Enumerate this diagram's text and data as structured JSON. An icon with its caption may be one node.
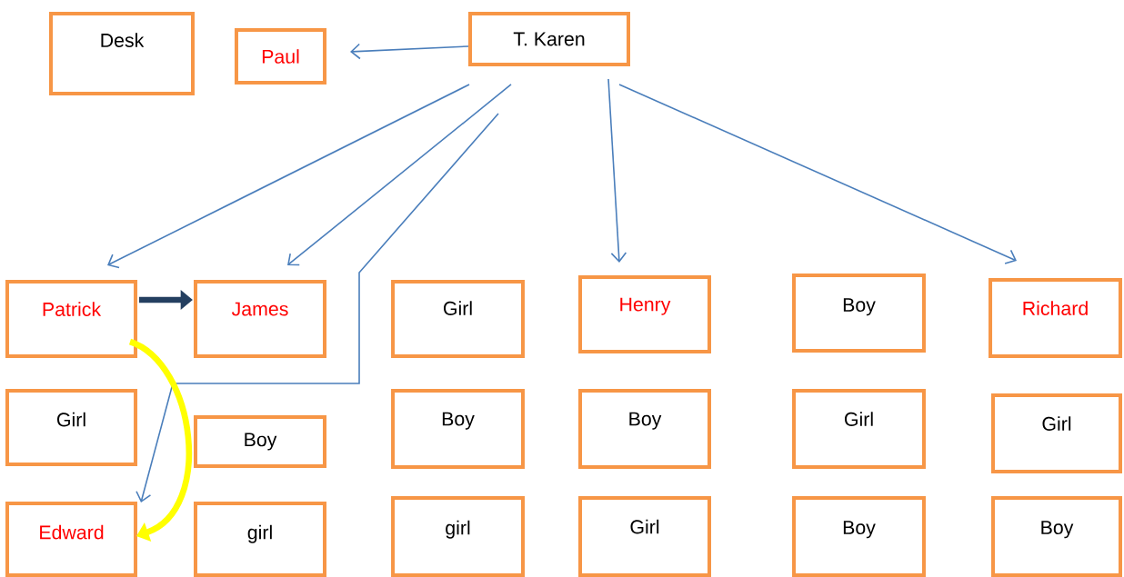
{
  "diagram": {
    "nodes": [
      {
        "text": [
          "Desk"
        ]
      },
      {
        "text": [
          "Paul"
        ]
      },
      {
        "text": [
          "T. Karen"
        ]
      },
      {
        "text": [
          "Patrick"
        ]
      },
      {
        "text": [
          "James"
        ]
      },
      {
        "text": [
          "Girl"
        ]
      },
      {
        "text": [
          "Henry"
        ]
      },
      {
        "text": [
          "Boy"
        ]
      },
      {
        "text": [
          "Richard"
        ]
      },
      {
        "text": [
          "Girl"
        ]
      },
      {
        "text": [
          "Boy"
        ]
      },
      {
        "text": [
          "Boy"
        ]
      },
      {
        "text": [
          "Boy"
        ]
      },
      {
        "text": [
          "Girl"
        ]
      },
      {
        "text": [
          "Girl"
        ]
      },
      {
        "text": [
          "Edward"
        ]
      },
      {
        "text": [
          "girl"
        ]
      },
      {
        "text": [
          "girl"
        ]
      },
      {
        "text": [
          "Girl"
        ]
      },
      {
        "text": [
          "Boy"
        ]
      },
      {
        "text": [
          "Boy"
        ]
      }
    ],
    "edges": [
      {
        "from": 2,
        "to": 1,
        "arrow": "to"
      },
      {
        "from": 2,
        "to": 3,
        "arrow": "to"
      },
      {
        "from": 2,
        "to": 4,
        "arrow": "to"
      },
      {
        "from": 2,
        "to": 15,
        "arrow": "to"
      },
      {
        "from": 2,
        "to": 6,
        "arrow": "to"
      },
      {
        "from": 2,
        "to": 8,
        "arrow": "to"
      },
      {
        "from": 3,
        "to": 4,
        "arrow": "to",
        "style": "thick",
        "color": "#243f60"
      },
      {
        "from": 3,
        "to": 15,
        "arrow": "to",
        "style": "thick",
        "color": "#ffff00"
      }
    ]
  }
}
